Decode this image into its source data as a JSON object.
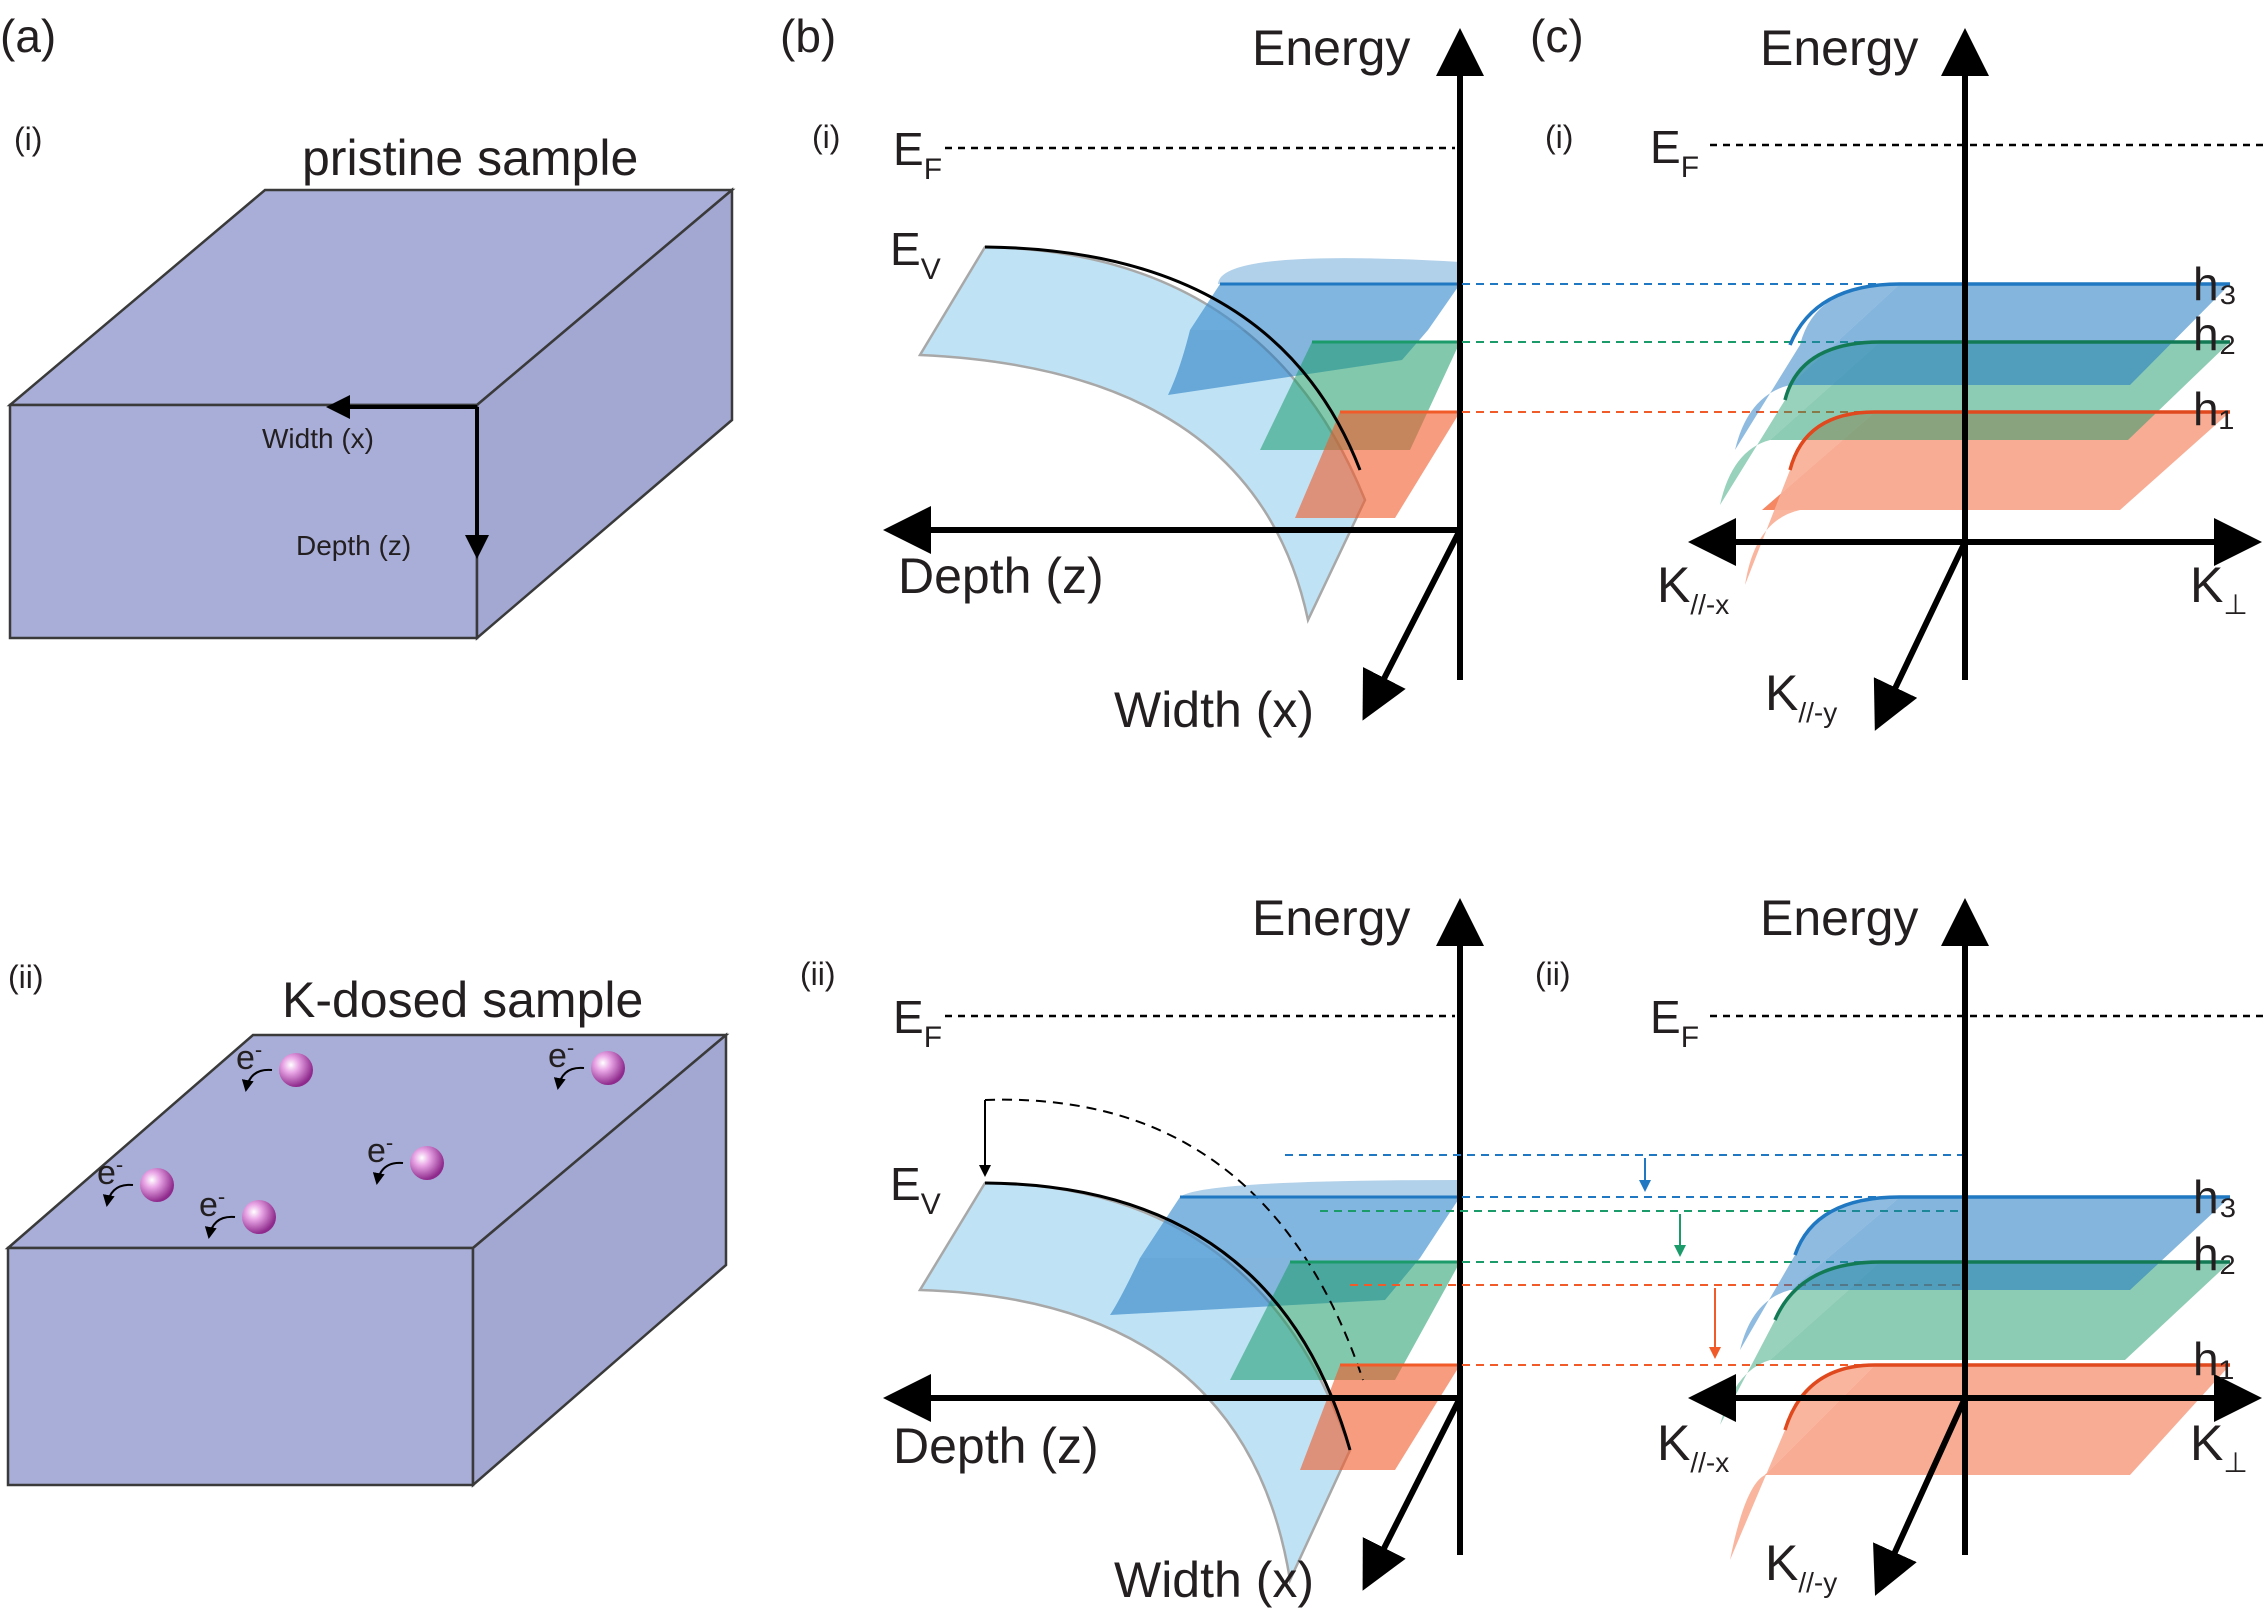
{
  "panels": {
    "a": "(a)",
    "b": "(b)",
    "c": "(c)",
    "a_i": "(i)",
    "a_ii": "(ii)",
    "b_i": "(i)",
    "b_ii": "(ii)",
    "c_i": "(i)",
    "c_ii": "(ii)"
  },
  "samples": {
    "pristine": "pristine sample",
    "kdosed": "K-dosed sample",
    "width_axis": "Width (x)",
    "depth_axis": "Depth (z)",
    "electron": "e",
    "electron_charge": "-"
  },
  "band_plot": {
    "energy": "Energy",
    "ef_main": "E",
    "ef_sub": "F",
    "ev_main": "E",
    "ev_sub": "V",
    "depth": "Depth (z)",
    "width": "Width (x)"
  },
  "k_plot": {
    "energy": "Energy",
    "ef_main": "E",
    "ef_sub": "F",
    "h3": "h₃",
    "h2": "h₂",
    "h1": "h₁",
    "kx_main": "K",
    "kx_sub": "//-x",
    "ky_main": "K",
    "ky_sub": "//-y",
    "kperp_main": "K",
    "kperp_sub": "⊥"
  },
  "colors": {
    "box_fill": "#a9aed8",
    "band_light": "#bfe3f5",
    "h3": "#1f78c1",
    "h2": "#1b9a6a",
    "h1": "#f15a29",
    "atom": "#b23fb0"
  }
}
